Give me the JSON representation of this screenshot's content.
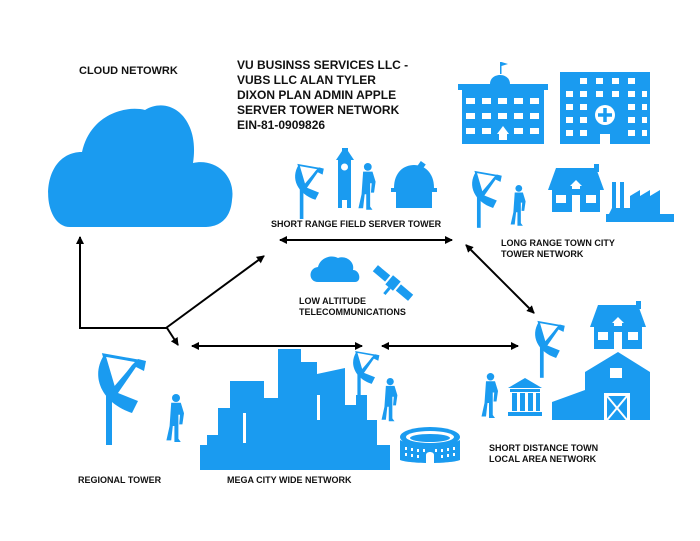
{
  "colors": {
    "icon": "#1a9bf0",
    "text": "#111111",
    "arrow": "#000000",
    "background": "#ffffff"
  },
  "labels": {
    "cloud_network": "CLOUD NETOWRK",
    "company_info": "VU BUSINSS SERVICES LLC -\nVUBS LLC ALAN TYLER\nDIXON PLAN ADMIN APPLE\nSERVER TOWER NETWORK\nEIN-81-0909826",
    "short_range": "SHORT RANGE FIELD SERVER TOWER",
    "long_range": "LONG RANGE TOWN CITY\nTOWER NETWORK",
    "low_altitude": "LOW ALTITUDE\nTELECOMMUNICATIONS",
    "short_distance": "SHORT DISTANCE TOWN\nLOCAL AREA NETWORK",
    "regional_tower": "REGIONAL TOWER",
    "mega_city": "MEGA CITY WIDE NETWORK"
  },
  "nodes": [
    {
      "id": "cloud",
      "icons": [
        "cloud-icon"
      ]
    },
    {
      "id": "short-range",
      "icons": [
        "satellite-dish-icon",
        "clock-tower-icon",
        "worker-icon",
        "observatory-icon"
      ]
    },
    {
      "id": "long-range",
      "icons": [
        "school-icon",
        "hospital-icon",
        "satellite-dish-icon",
        "worker-icon",
        "house-icon",
        "factory-icon"
      ]
    },
    {
      "id": "low-altitude",
      "icons": [
        "cloud-icon",
        "satellite-icon"
      ]
    },
    {
      "id": "short-distance",
      "icons": [
        "satellite-dish-icon",
        "house-icon",
        "worker-icon",
        "bank-icon",
        "barn-icon"
      ]
    },
    {
      "id": "regional",
      "icons": [
        "satellite-dish-icon",
        "worker-icon"
      ]
    },
    {
      "id": "mega-city",
      "icons": [
        "city-skyline-icon",
        "satellite-dish-icon",
        "worker-icon",
        "colosseum-icon"
      ]
    }
  ],
  "connections": [
    {
      "from": "regional",
      "to": "cloud",
      "direction": "to"
    },
    {
      "from": "regional",
      "to": "short-range",
      "direction": "to"
    },
    {
      "from": "regional",
      "to": "mega-city",
      "direction": "to"
    },
    {
      "from": "short-range",
      "to": "long-range",
      "direction": "both"
    },
    {
      "from": "long-range",
      "to": "short-distance",
      "direction": "both"
    },
    {
      "from": "mega-city",
      "to": "short-distance",
      "direction": "both"
    }
  ]
}
